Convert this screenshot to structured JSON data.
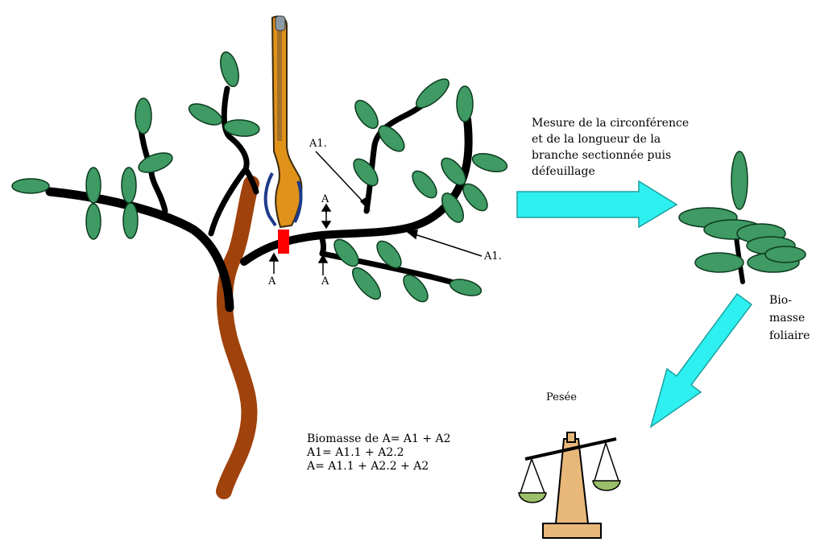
{
  "labels": {
    "a1_upper": "A1.",
    "a1_lower": "A1.",
    "a_top": "A",
    "a_bottom_left": "A",
    "a_bottom_right": "A"
  },
  "description": {
    "line1": "Mesure de la circonférence",
    "line2": "et de la longueur de la",
    "line3": "branche sectionnée puis",
    "line4": "défeuillage"
  },
  "biomass_label": {
    "line1": "Bio-",
    "line2": "masse",
    "line3": "foliaire"
  },
  "weighing_label": "Pesée",
  "formulas": {
    "line1": "Biomasse de A= A1 + A2",
    "line2": "A1= A1.1 + A2.2",
    "line3": "A= A1.1 + A2.2 + A2"
  },
  "colors": {
    "trunk": "#a0420c",
    "branch": "#000000",
    "leaf_fill": "#3f9a63",
    "leaf_stroke": "#0b3b1e",
    "arrow": "#2ef0f0",
    "pruner": "#e0921a",
    "cut_mark": "#ff0000",
    "scale_stand": "#e8b87a",
    "scale_pan": "#9bbf6a"
  },
  "icons": [
    "pruning-shears-icon",
    "weighing-scale-icon"
  ]
}
